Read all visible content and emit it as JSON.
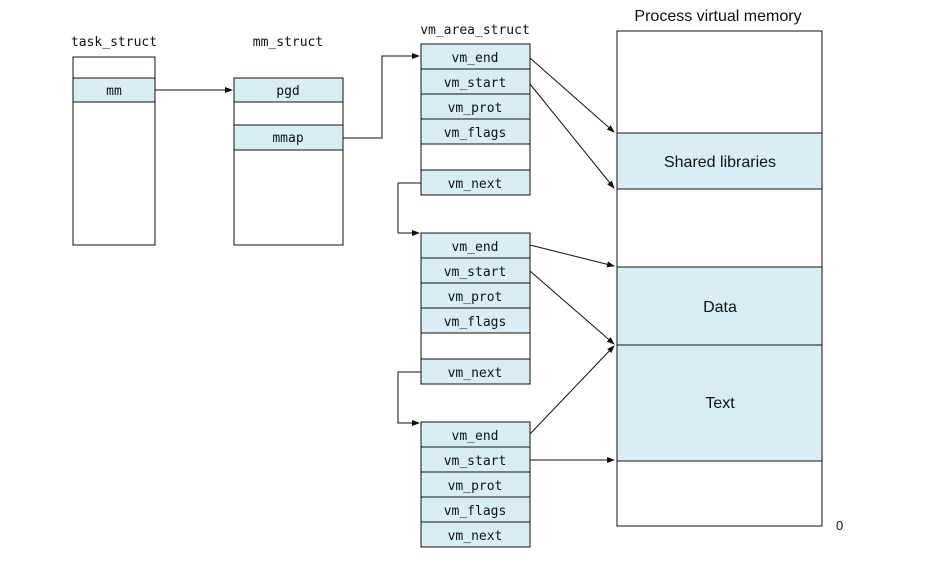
{
  "task_struct": {
    "title": "task_struct",
    "field": "mm"
  },
  "mm_struct": {
    "title": "mm_struct",
    "fields": [
      "pgd",
      "mmap"
    ]
  },
  "vm_area_struct": {
    "title": "vm_area_struct",
    "field_labels": [
      "vm_end",
      "vm_start",
      "vm_prot",
      "vm_flags",
      "vm_next"
    ]
  },
  "memory": {
    "title": "Process virtual memory",
    "regions": [
      "Shared libraries",
      "Data",
      "Text"
    ],
    "zero_label": "0"
  },
  "colors": {
    "field_fill": "#d9edf7",
    "stroke": "#111111"
  }
}
